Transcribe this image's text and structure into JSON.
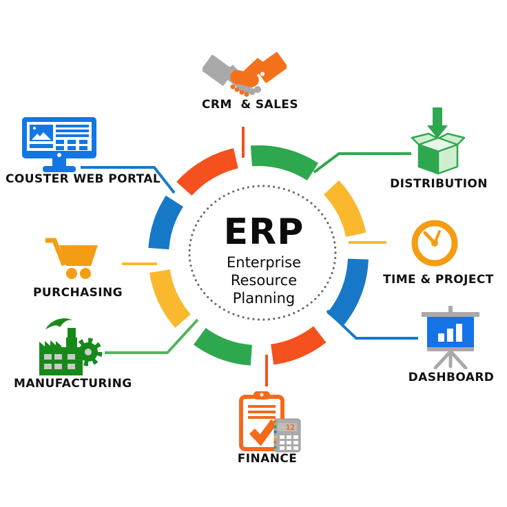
{
  "center": {
    "acronym": "ERP",
    "subtitle_lines": [
      "Enterprise",
      "Resource",
      "Planning"
    ]
  },
  "modules": [
    {
      "label": "CRM  & SALES",
      "icon": "handshake-icon"
    },
    {
      "label": "DISTRIBUTION",
      "icon": "open-box-arrow-icon"
    },
    {
      "label": "TIME & PROJECT",
      "icon": "clock-icon"
    },
    {
      "label": "DASHBOARD",
      "icon": "presentation-chart-icon"
    },
    {
      "label": "FINANCE",
      "icon": "clipboard-calculator-icon"
    },
    {
      "label": "MANUFACTURING",
      "icon": "factory-icon"
    },
    {
      "label": "PURCHASING",
      "icon": "shopping-cart-icon"
    },
    {
      "label": "COUSTER WEB PORTAL",
      "icon": "web-portal-monitor-icon"
    }
  ],
  "finance_calculator_display": "12",
  "palette": {
    "red_orange": "#F4511E",
    "green": "#2EA84E",
    "dark_green": "#17891B",
    "yellow": "#F9B82E",
    "blue": "#1878C8",
    "icon_blue": "#1277E4",
    "icon_orange": "#F49C12",
    "clipboard_orange": "#F26A1B",
    "handshake_orange": "#F4711C",
    "gray": "#A9A9A9"
  }
}
